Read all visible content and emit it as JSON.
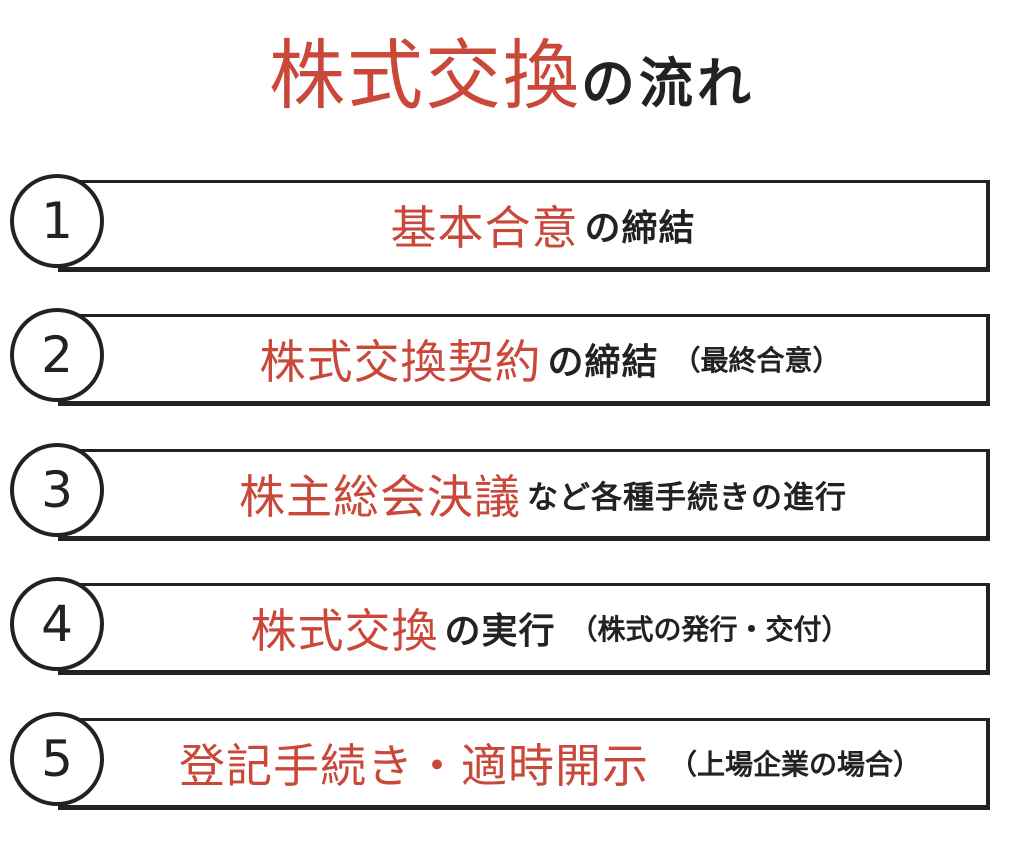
{
  "title": {
    "accent": "株式交換",
    "plain": "の流れ"
  },
  "colors": {
    "accent": "#c9483a",
    "text": "#222222",
    "background": "#ffffff"
  },
  "steps": [
    {
      "number": "1",
      "accent": "基本合意",
      "plain": "の締結",
      "note": ""
    },
    {
      "number": "2",
      "accent": "株式交換契約",
      "plain": "の締結",
      "note": "（最終合意）"
    },
    {
      "number": "3",
      "accent": "株主総会決議",
      "plain": "など各種手続きの進行",
      "note": ""
    },
    {
      "number": "4",
      "accent": "株式交換",
      "plain": "の実行",
      "note": "（株式の発行・交付）"
    },
    {
      "number": "5",
      "accent": "登記手続き・適時開示",
      "plain": "",
      "note": "（上場企業の場合）"
    }
  ]
}
